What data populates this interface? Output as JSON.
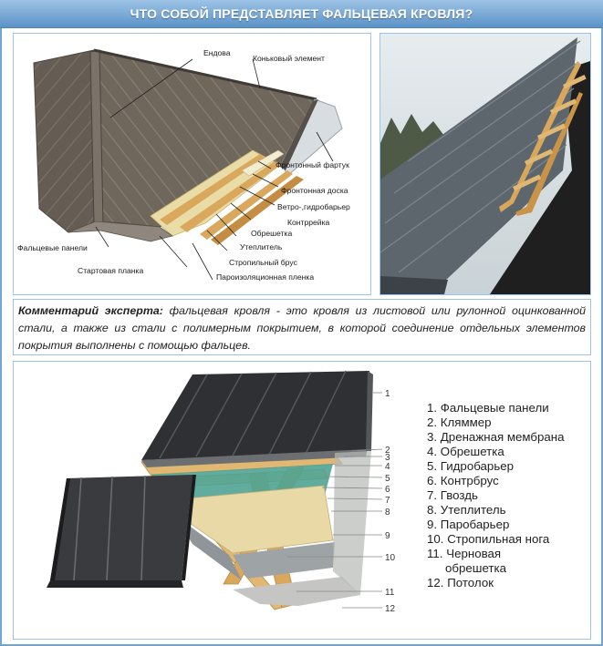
{
  "header": {
    "title": "ЧТО СОБОЙ ПРЕДСТАВЛЯЕТ ФАЛЬЦЕВАЯ КРОВЛЯ?"
  },
  "top_diagram": {
    "labels": {
      "endova": "Ендова",
      "ridge": "Коньковый элемент",
      "gable_apron": "Фронтонный фартук",
      "gable_board": "Фронтонная доска",
      "wind_barrier": "Ветро-,гидробарьер",
      "counter_batten": "Контррейка",
      "batten": "Обрешетка",
      "insulation": "Утеплитель",
      "seam_panels": "Фальцевые панели",
      "rafter": "Стропильный брус",
      "start_strip": "Стартовая планка",
      "vapor_film": "Пароизоляционная пленка"
    }
  },
  "comment": {
    "label": "Комментарий эксперта:",
    "text": "  фальцевая кровля - это кровля из листовой или рулонной оцинкованной стали, а также из стали с полимерным покрытием, в которой соединение отдельных элементов покрытия выполнены с помощью фальцев."
  },
  "bottom_diagram": {
    "numbers": [
      "1",
      "2",
      "3",
      "4",
      "5",
      "6",
      "7",
      "8",
      "9",
      "10",
      "11",
      "12"
    ],
    "legend": [
      {
        "num": "1.",
        "text": "Фальцевые панели"
      },
      {
        "num": "2.",
        "text": "Кляммер"
      },
      {
        "num": "3.",
        "text": "Дренажная мембрана"
      },
      {
        "num": "4.",
        "text": "Обрешетка"
      },
      {
        "num": "5.",
        "text": "Гидробарьер"
      },
      {
        "num": "6.",
        "text": "Контрбрус"
      },
      {
        "num": "7.",
        "text": "Гвоздь"
      },
      {
        "num": "8.",
        "text": "Утеплитель"
      },
      {
        "num": "9.",
        "text": "Паробарьер"
      },
      {
        "num": "10.",
        "text": "Стропильная нога"
      },
      {
        "num": "11.",
        "text": "Черновая",
        "cont": "обрешетка"
      },
      {
        "num": "12.",
        "text": "Потолок"
      }
    ]
  },
  "colors": {
    "accent": "#5b93c8",
    "border": "#9ec3e6",
    "roof_metal": "#6b6259",
    "roof_dark": "#2f3033",
    "wood": "#e0b873",
    "insulation": "#e8d9a6",
    "membrane": "#4fa394"
  }
}
